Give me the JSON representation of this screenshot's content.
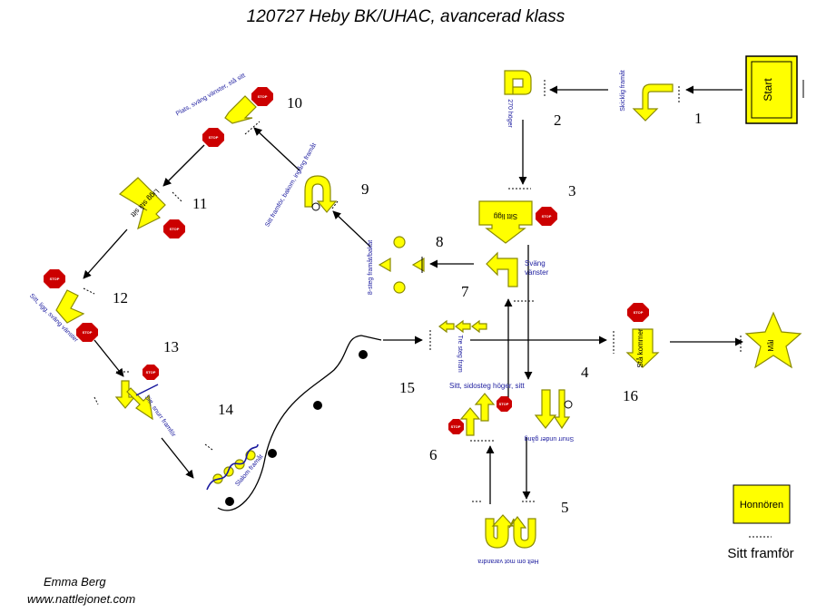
{
  "title": "120727 Heby BK/UHAC, avancerad klass",
  "start_label": "Start",
  "mal_label": "Mål",
  "honnoren_label": "Honnören",
  "sitt_framfor": "Sitt framför",
  "author": "Emma Berg",
  "website": "www.nattlejonet.com",
  "stop_text": "STOP",
  "stations": {
    "n1": "1",
    "n2": "2",
    "n3": "3",
    "n4": "4",
    "n5": "5",
    "n6": "6",
    "n7": "7",
    "n8": "8",
    "n9": "9",
    "n10": "10",
    "n11": "11",
    "n12": "12",
    "n13": "13",
    "n14": "14",
    "n15": "15",
    "n16": "16"
  },
  "labels": {
    "s1": "Skicklig framåt",
    "s2": "270 höger",
    "s3": "Sitt ligg",
    "s4": "Snurr under gång",
    "s5": "Helt om mot varandra",
    "s6": "Sitt, sidosteg höger, sitt",
    "s7a": "Sväng",
    "s7b": "vänster",
    "s8": "8-steg framåt/bakåt",
    "s9": "Sitt framför, bakom, ingång framåt",
    "s10": "Plats, sväng vänster, stå sitt",
    "s11": "Ligg stå sitt",
    "s12": "Sitt, ligg, sväng vänster",
    "s13": "Sitt, snurr framför",
    "s14": "Slalom framåt",
    "s15": "Tre steg fram",
    "s16": "Stå kommer"
  }
}
